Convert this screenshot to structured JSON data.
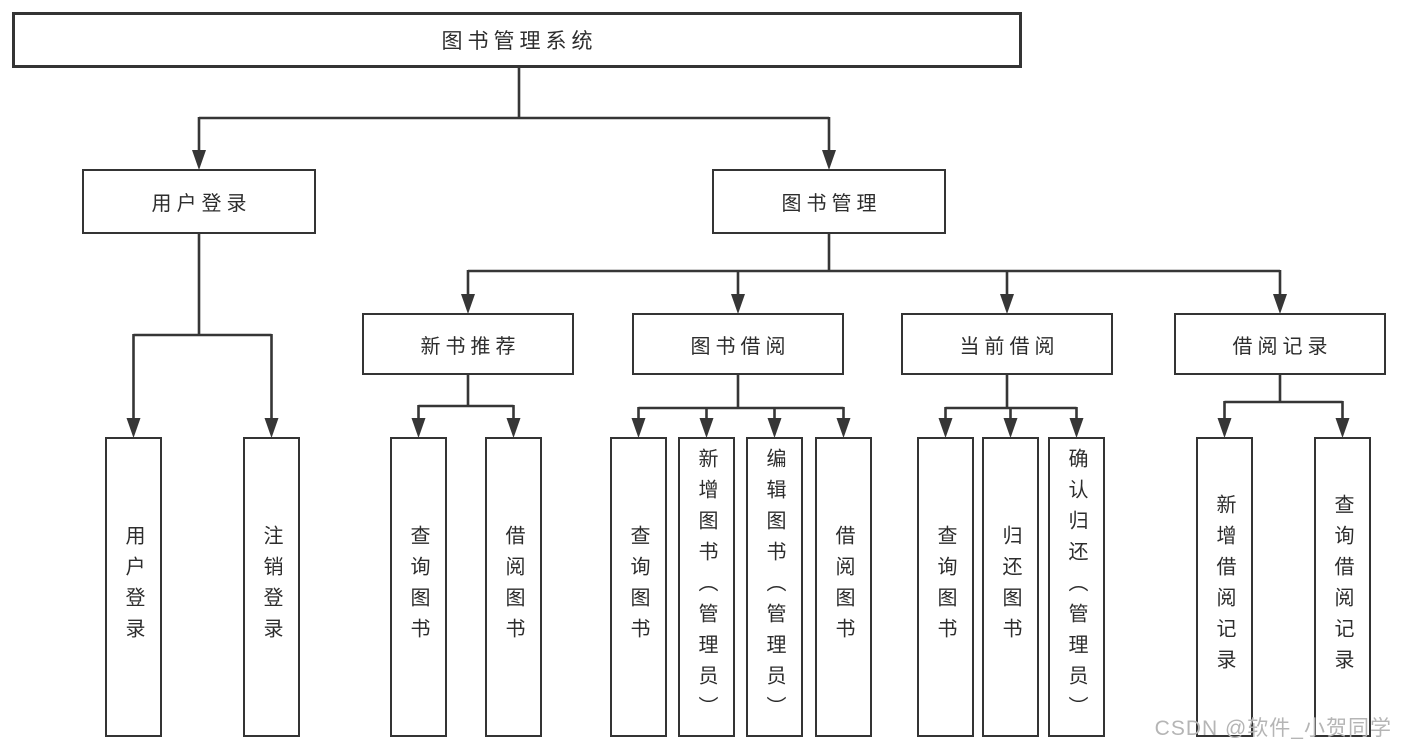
{
  "diagram_title": "图书管理系统",
  "tree": {
    "root": "图书管理系统",
    "branches": [
      {
        "label": "用户登录",
        "leaves": [
          "用户登录",
          "注销登录"
        ]
      },
      {
        "label": "图书管理",
        "groups": [
          {
            "label": "新书推荐",
            "leaves": [
              "查询图书",
              "借阅图书"
            ]
          },
          {
            "label": "图书借阅",
            "leaves": [
              "查询图书",
              "新增图书（管理员）",
              "编辑图书（管理员）",
              "借阅图书"
            ]
          },
          {
            "label": "当前借阅",
            "leaves": [
              "查询图书",
              "归还图书",
              "确认归还（管理员）"
            ]
          },
          {
            "label": "借阅记录",
            "leaves": [
              "新增借阅记录",
              "查询借阅记录"
            ]
          }
        ]
      }
    ]
  },
  "watermark": {
    "text": "CSDN @软件_小贺同学"
  },
  "colors": {
    "background": "#ffffff",
    "box_fill": "#ffffff",
    "box_border": "#343434",
    "connector_line": "#363636",
    "text": "#2d2d2d",
    "watermark_text": "#b5b5b5"
  }
}
